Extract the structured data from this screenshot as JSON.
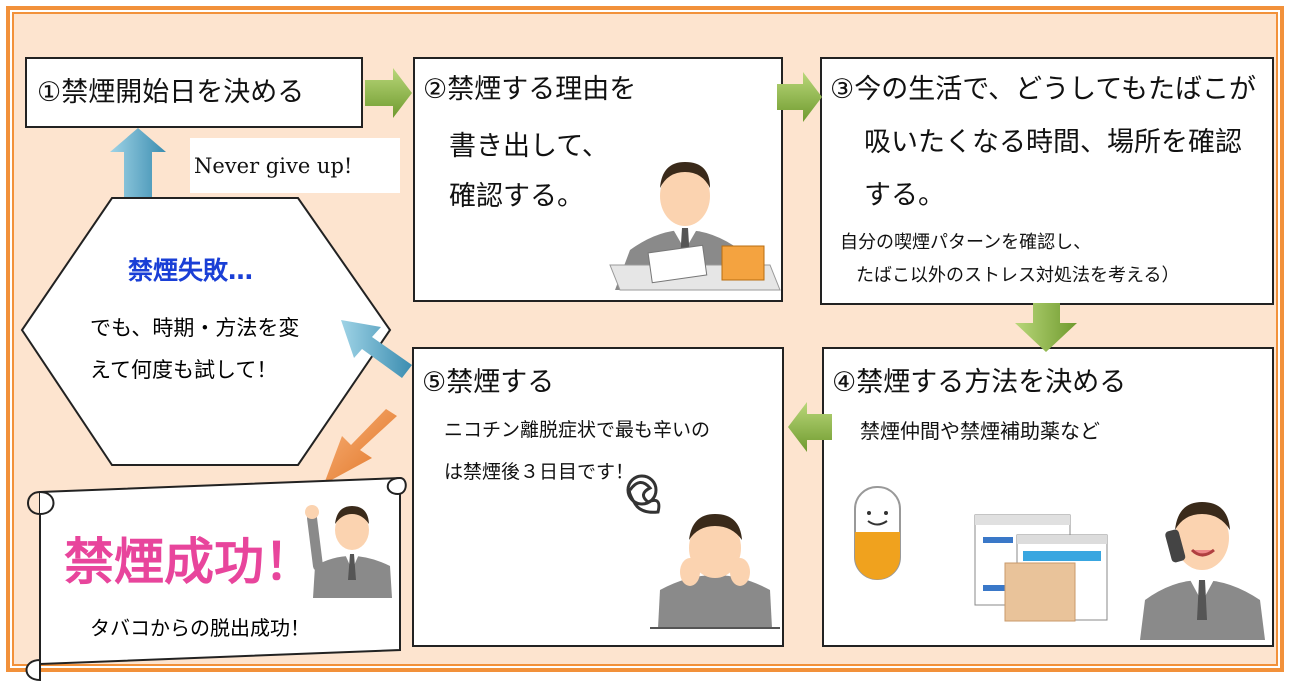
{
  "step1": {
    "title": "①禁煙開始日を決める"
  },
  "step2": {
    "line1": "②禁煙する理由を",
    "line2": "書き出して、",
    "line3": "確認する。"
  },
  "step3": {
    "line1": "③今の生活で、どうしてもたばこが",
    "line2": "吸いたくなる時間、場所を確認",
    "line3": "する。",
    "note1": "自分の喫煙パターンを確認し、",
    "note2": "たばこ以外のストレス対処法を考える）"
  },
  "step4": {
    "title": "④禁煙する方法を決める",
    "note": "禁煙仲間や禁煙補助薬など"
  },
  "step5": {
    "title": "⑤禁煙する",
    "note1": "ニコチン離脱症状で最も辛いの",
    "note2": "は禁煙後３日目です！"
  },
  "failure": {
    "title": "禁煙失敗…",
    "line1": "でも、時期・方法を変",
    "line2": "えて何度も試して！"
  },
  "slogan": "Never give up!",
  "success": {
    "title": "禁煙成功！",
    "subtitle": "タバコからの脱出成功！"
  },
  "colors": {
    "frame": "#f2913a",
    "background": "#fde4cf",
    "green_arrow": "#8db545",
    "blue_arrow": "#4aa0bf",
    "orange_arrow": "#f08a3a",
    "failure_title": "#1a3fd6",
    "success_title": "#e8459c"
  },
  "icons": [
    "businessman-at-desk-icon",
    "businessman-on-phone-icon",
    "stressed-businessman-icon",
    "cheering-businessman-icon",
    "smiling-capsule-icon",
    "documents-icon",
    "scroll-banner-icon"
  ]
}
